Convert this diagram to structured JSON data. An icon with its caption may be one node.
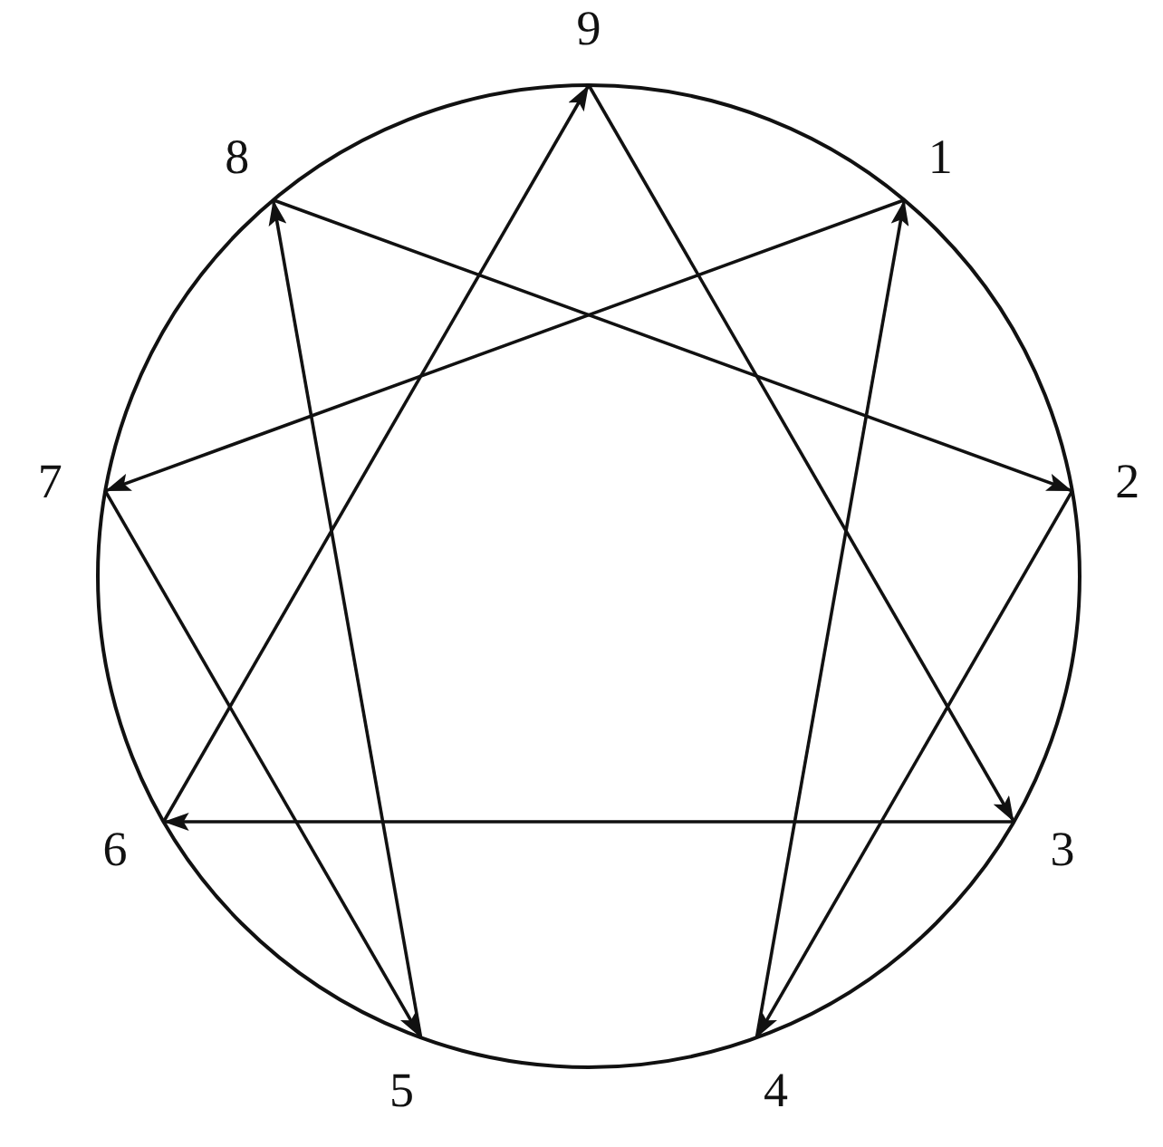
{
  "diagram": {
    "nodes": [
      {
        "text": [
          "9"
        ]
      },
      {
        "text": [
          "8"
        ]
      },
      {
        "text": [
          "1"
        ]
      },
      {
        "text": [
          "7"
        ]
      },
      {
        "text": [
          "2"
        ]
      },
      {
        "text": [
          "6"
        ]
      },
      {
        "text": [
          "3"
        ]
      },
      {
        "text": [
          "5"
        ]
      },
      {
        "text": [
          "4"
        ]
      }
    ],
    "edges": [
      {
        "from": 2,
        "to": 3,
        "arrow": "to"
      },
      {
        "from": 3,
        "to": 7,
        "arrow": "to"
      },
      {
        "from": 7,
        "to": 1,
        "arrow": "to"
      },
      {
        "from": 1,
        "to": 4,
        "arrow": "to"
      },
      {
        "from": 4,
        "to": 8,
        "arrow": "to"
      },
      {
        "from": 8,
        "to": 2,
        "arrow": "to"
      },
      {
        "from": 0,
        "to": 6,
        "arrow": "to"
      },
      {
        "from": 6,
        "to": 5,
        "arrow": "to"
      },
      {
        "from": 5,
        "to": 0,
        "arrow": "to"
      }
    ]
  }
}
